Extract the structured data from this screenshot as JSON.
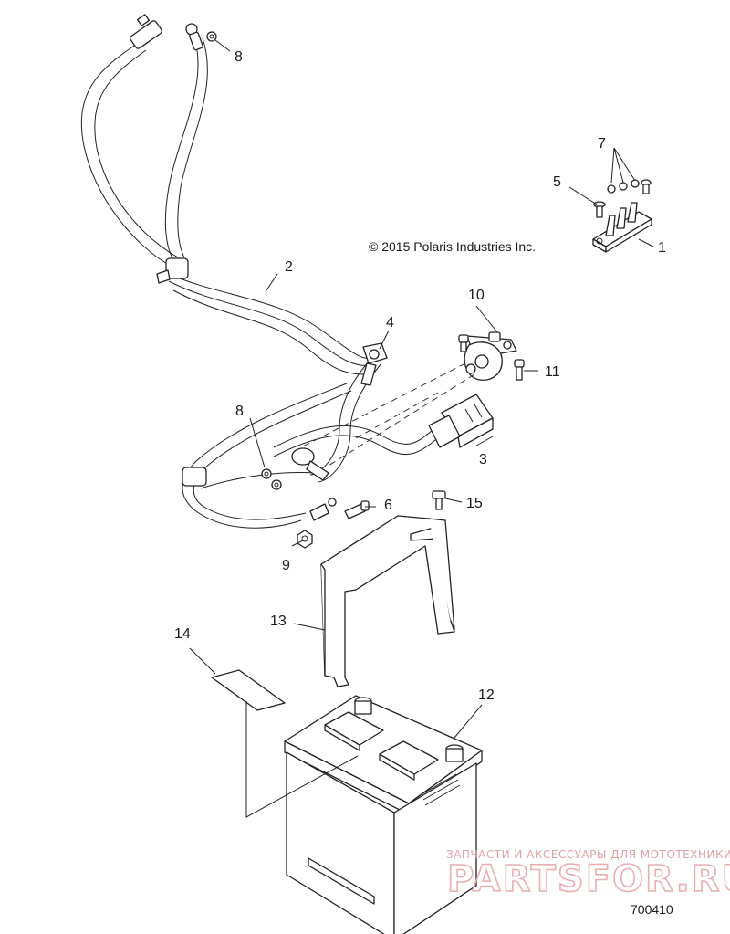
{
  "diagram": {
    "copyright": "© 2015 Polaris Industries Inc.",
    "figure_number": "700410",
    "callouts": {
      "c1": "1",
      "c2": "2",
      "c3": "3",
      "c4": "4",
      "c5": "5",
      "c6": "6",
      "c7": "7",
      "c8a": "8",
      "c8b": "8",
      "c9": "9",
      "c10": "10",
      "c11": "11",
      "c12": "12",
      "c13": "13",
      "c14": "14",
      "c15": "15"
    }
  },
  "watermark": {
    "tagline": "ЗАПЧАСТИ И АКСЕССУАРЫ ДЛЯ МОТОТЕХНИКИ",
    "brand": "PARTSFOR.RU"
  }
}
